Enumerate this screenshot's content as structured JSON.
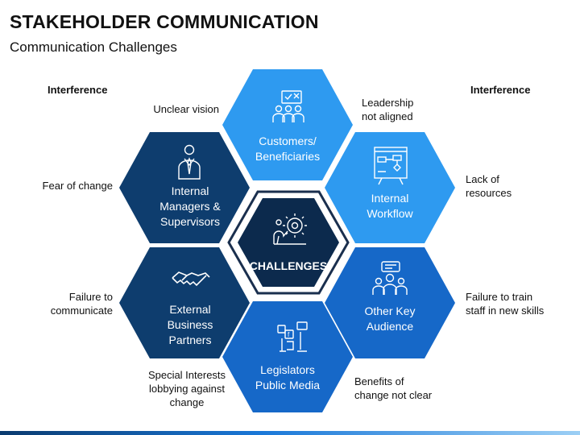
{
  "title": "STAKEHOLDER COMMUNICATION",
  "subtitle": "Communication Challenges",
  "left_heading": "Interference",
  "right_heading": "Interference",
  "center": {
    "label": "CHALLENGES",
    "icon": "gear-person-icon"
  },
  "hexagons": [
    {
      "id": "customers",
      "lines": [
        "Customers/",
        "Beneficiaries"
      ],
      "icon": "group-chat-icon",
      "color": "#2e9af0"
    },
    {
      "id": "workflow",
      "lines": [
        "Internal",
        "Workflow"
      ],
      "icon": "flowchart-icon",
      "color": "#2e9af0"
    },
    {
      "id": "other",
      "lines": [
        "Other Key",
        "Audience"
      ],
      "icon": "audience-icon",
      "color": "#1668c8"
    },
    {
      "id": "legislators",
      "lines": [
        "Legislators",
        "Public Media"
      ],
      "icon": "social-media-icon",
      "color": "#1668c8"
    },
    {
      "id": "external",
      "lines": [
        "External",
        "Business",
        "Partners"
      ],
      "icon": "handshake-icon",
      "color": "#0e3d6e"
    },
    {
      "id": "managers",
      "lines": [
        "Internal",
        "Managers &",
        "Supervisors"
      ],
      "icon": "manager-icon",
      "color": "#0e3d6e"
    }
  ],
  "annotations": {
    "unclear_vision": [
      "Unclear vision"
    ],
    "fear_of_change": [
      "Fear of change"
    ],
    "failure_to_communicate": [
      "Failure to",
      "communicate"
    ],
    "special_interests": [
      "Special Interests",
      "lobbying against",
      "change"
    ],
    "leadership": [
      "Leadership",
      "not aligned"
    ],
    "lack_of_resources": [
      "Lack of",
      "resources"
    ],
    "failure_to_train": [
      "Failure to train",
      "staff in new skills"
    ],
    "benefits": [
      "Benefits of",
      "change not clear"
    ]
  }
}
